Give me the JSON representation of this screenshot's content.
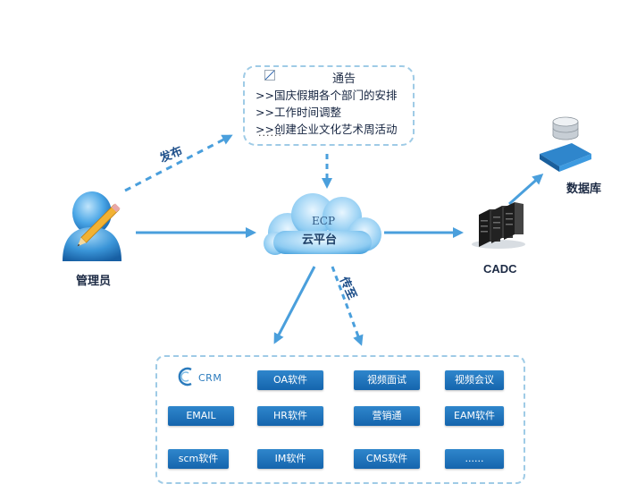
{
  "notice": {
    "title": "通告",
    "items": [
      ">>国庆假期各个部门的安排",
      ">>工作时间调整",
      ">>创建企业文化艺术周活动"
    ],
    "ellipsis": "......"
  },
  "admin": {
    "label": "管理员"
  },
  "publish": {
    "label": "发布"
  },
  "cloud": {
    "line1": "ECP",
    "line2": "云平台"
  },
  "deliver": {
    "label": "传至"
  },
  "cadc": {
    "label": "CADC"
  },
  "database": {
    "label": "数据库"
  },
  "software": {
    "crm": "CRM",
    "row1": [
      "OA软件",
      "视频面试",
      "视频会议"
    ],
    "row2": [
      "EMAIL",
      "HR软件",
      "营销通",
      "EAM软件"
    ],
    "row3": [
      "scm软件",
      "IM软件",
      "CMS软件",
      "......"
    ]
  },
  "colors": {
    "accent": "#2f86cc",
    "arrow": "#4a9fdc",
    "dashed_border": "#9fcbe6"
  }
}
